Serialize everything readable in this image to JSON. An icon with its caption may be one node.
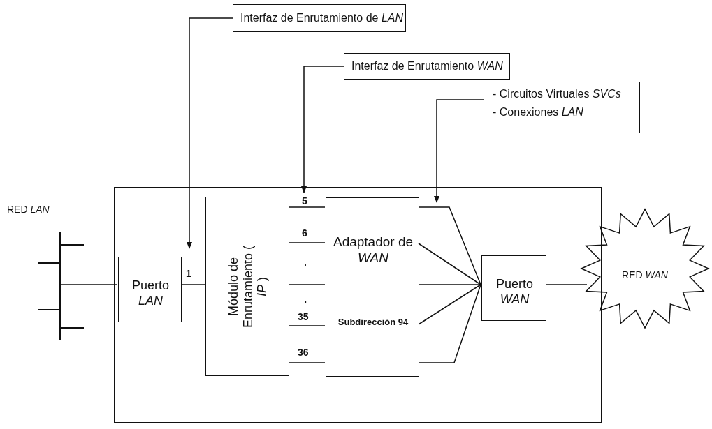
{
  "diagram": {
    "nodes": [
      {
        "text": [],
        "shape": "box"
      },
      {
        "text": [
          "Puerto *LAN*"
        ],
        "in": 0
      },
      {
        "text": [
          "Módulo de Enrutamiento ( *IP* )"
        ],
        "in": 0
      },
      {
        "text": [
          "Adaptador de *WAN*",
          "Subdirección 94"
        ],
        "in": 0
      },
      {
        "text": [
          "Puerto *WAN*"
        ],
        "in": 0
      },
      {
        "text": [
          "RED *WAN*"
        ]
      },
      {
        "text": [
          "Interfaz de Enrutamiento de *LAN*"
        ]
      },
      {
        "text": [
          "Interfaz de Enrutamiento *WAN*"
        ]
      },
      {
        "text": [
          "- Circuitos Virtuales *SVCs*",
          "- Conexiones *LAN*"
        ]
      },
      {
        "text": [],
        "shape": "bar",
        "beside": [
          "RED *LAN*"
        ]
      }
    ],
    "edges": [
      {
        "from": 9,
        "to": 1,
        "arrow": "none"
      },
      {
        "from": 1,
        "to": 2,
        "arrow": "none",
        "label": "1"
      },
      {
        "from": 2,
        "to": 3,
        "arrow": "none",
        "label": "5"
      },
      {
        "from": 2,
        "to": 3,
        "arrow": "none",
        "label": "6"
      },
      {
        "from": 2,
        "to": 3,
        "arrow": "none",
        "label": "·"
      },
      {
        "from": 2,
        "to": 3,
        "arrow": "none",
        "label": "35"
      },
      {
        "from": 2,
        "to": 3,
        "arrow": "none",
        "label": "36"
      },
      {
        "from": 3,
        "to": 4,
        "arrow": "none"
      },
      {
        "from": 3,
        "to": 4,
        "arrow": "none"
      },
      {
        "from": 3,
        "to": 4,
        "arrow": "none"
      },
      {
        "from": 3,
        "to": 4,
        "arrow": "none"
      },
      {
        "from": 3,
        "to": 4,
        "arrow": "none"
      },
      {
        "from": 4,
        "to": 5,
        "arrow": "none"
      },
      {
        "from": 6,
        "to": 1,
        "arrow": "to"
      },
      {
        "from": 7,
        "to": 0,
        "arrow": "to"
      },
      {
        "from": 8,
        "to": 0,
        "arrow": "to"
      }
    ],
    "labels": [
      "·"
    ]
  }
}
